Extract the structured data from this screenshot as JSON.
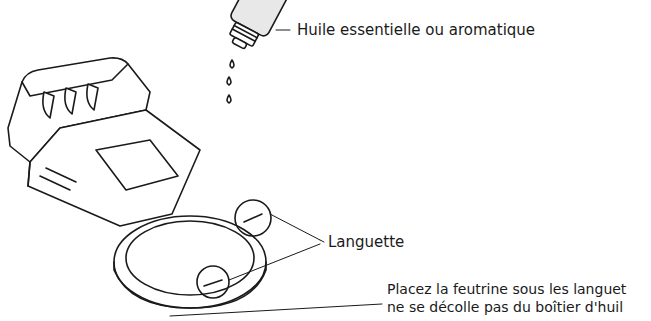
{
  "diagram": {
    "labels": [
      "Huile essentielle ou aromatique",
      "Languette",
      "Placez la feutrine sous les languet",
      "ne se décolle pas du boîtier d'huil"
    ]
  }
}
